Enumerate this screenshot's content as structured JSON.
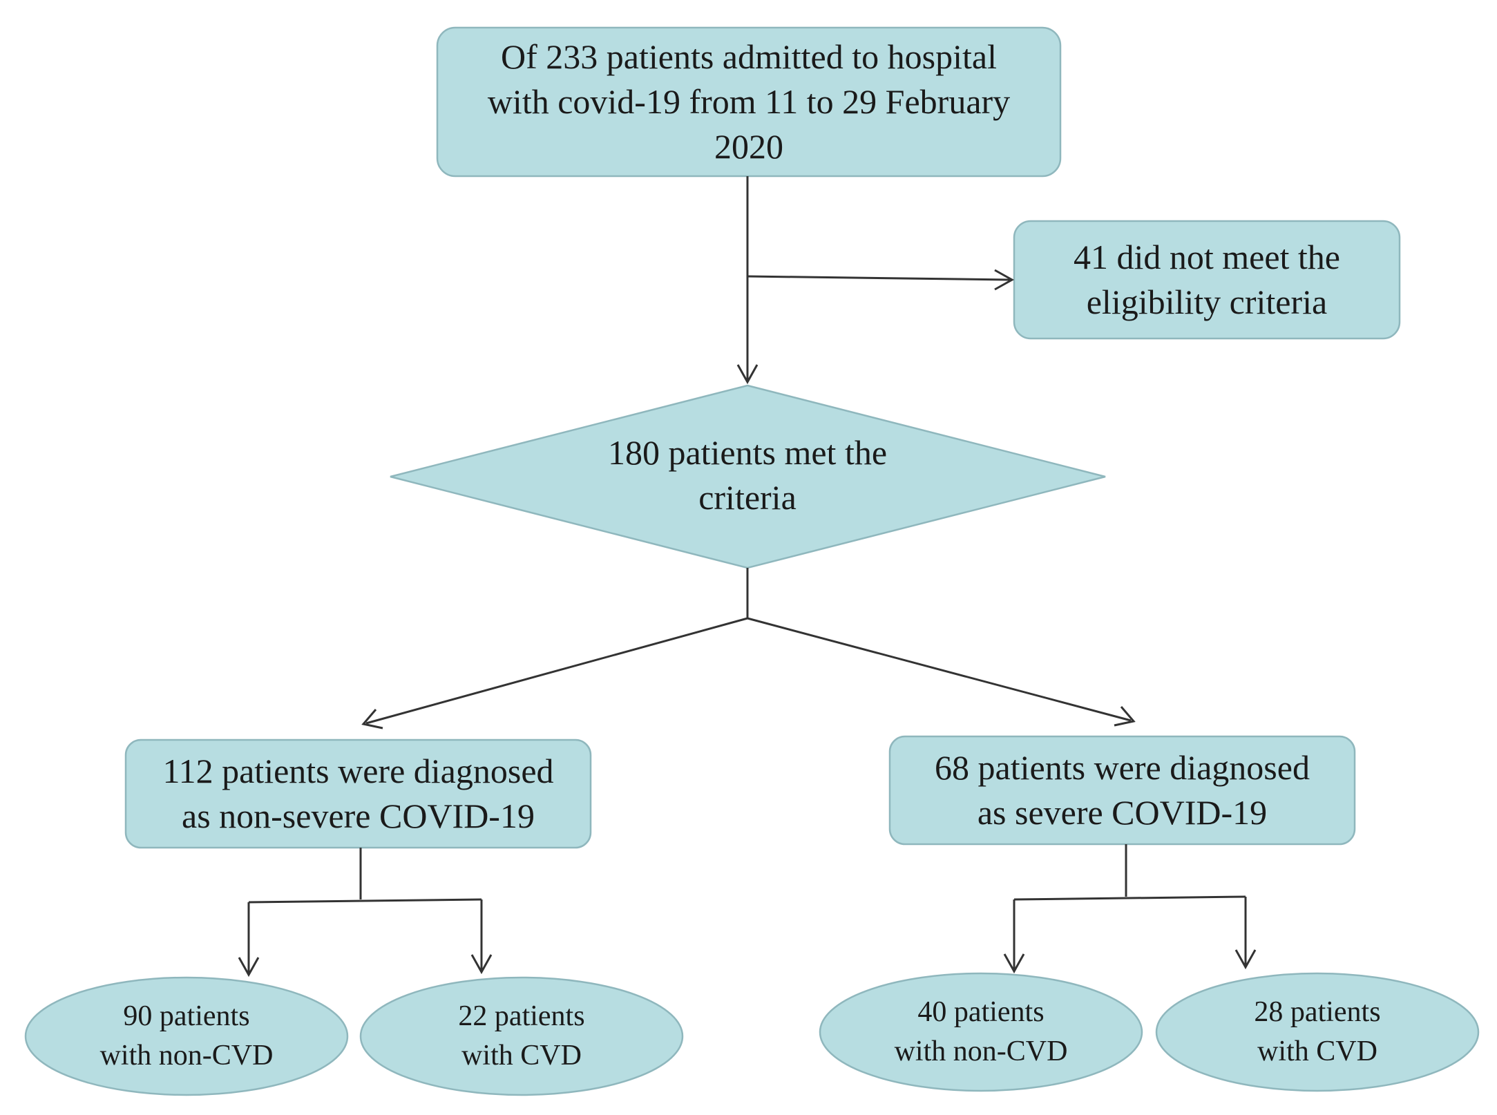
{
  "colors": {
    "node_fill": "#b7dde1",
    "node_border": "#8fb7bd",
    "connector": "#333333"
  },
  "nodes": {
    "admitted": {
      "lines": [
        "Of 233 patients admitted to hospital",
        "with covid-19 from 11 to 29 February",
        "2020"
      ]
    },
    "excluded": {
      "lines": [
        "41 did not meet the",
        "eligibility criteria"
      ]
    },
    "eligible": {
      "lines": [
        "180 patients met the",
        "criteria"
      ]
    },
    "non_severe": {
      "lines": [
        "112 patients were diagnosed",
        "as non-severe COVID-19"
      ]
    },
    "severe": {
      "lines": [
        "68 patients were diagnosed",
        "as severe COVID-19"
      ]
    },
    "non_severe_non_cvd": {
      "lines": [
        "90 patients",
        "with non-CVD"
      ]
    },
    "non_severe_cvd": {
      "lines": [
        "22 patients",
        "with CVD"
      ]
    },
    "severe_non_cvd": {
      "lines": [
        "40 patients",
        "with non-CVD"
      ]
    },
    "severe_cvd": {
      "lines": [
        "28 patients",
        "with CVD"
      ]
    }
  }
}
